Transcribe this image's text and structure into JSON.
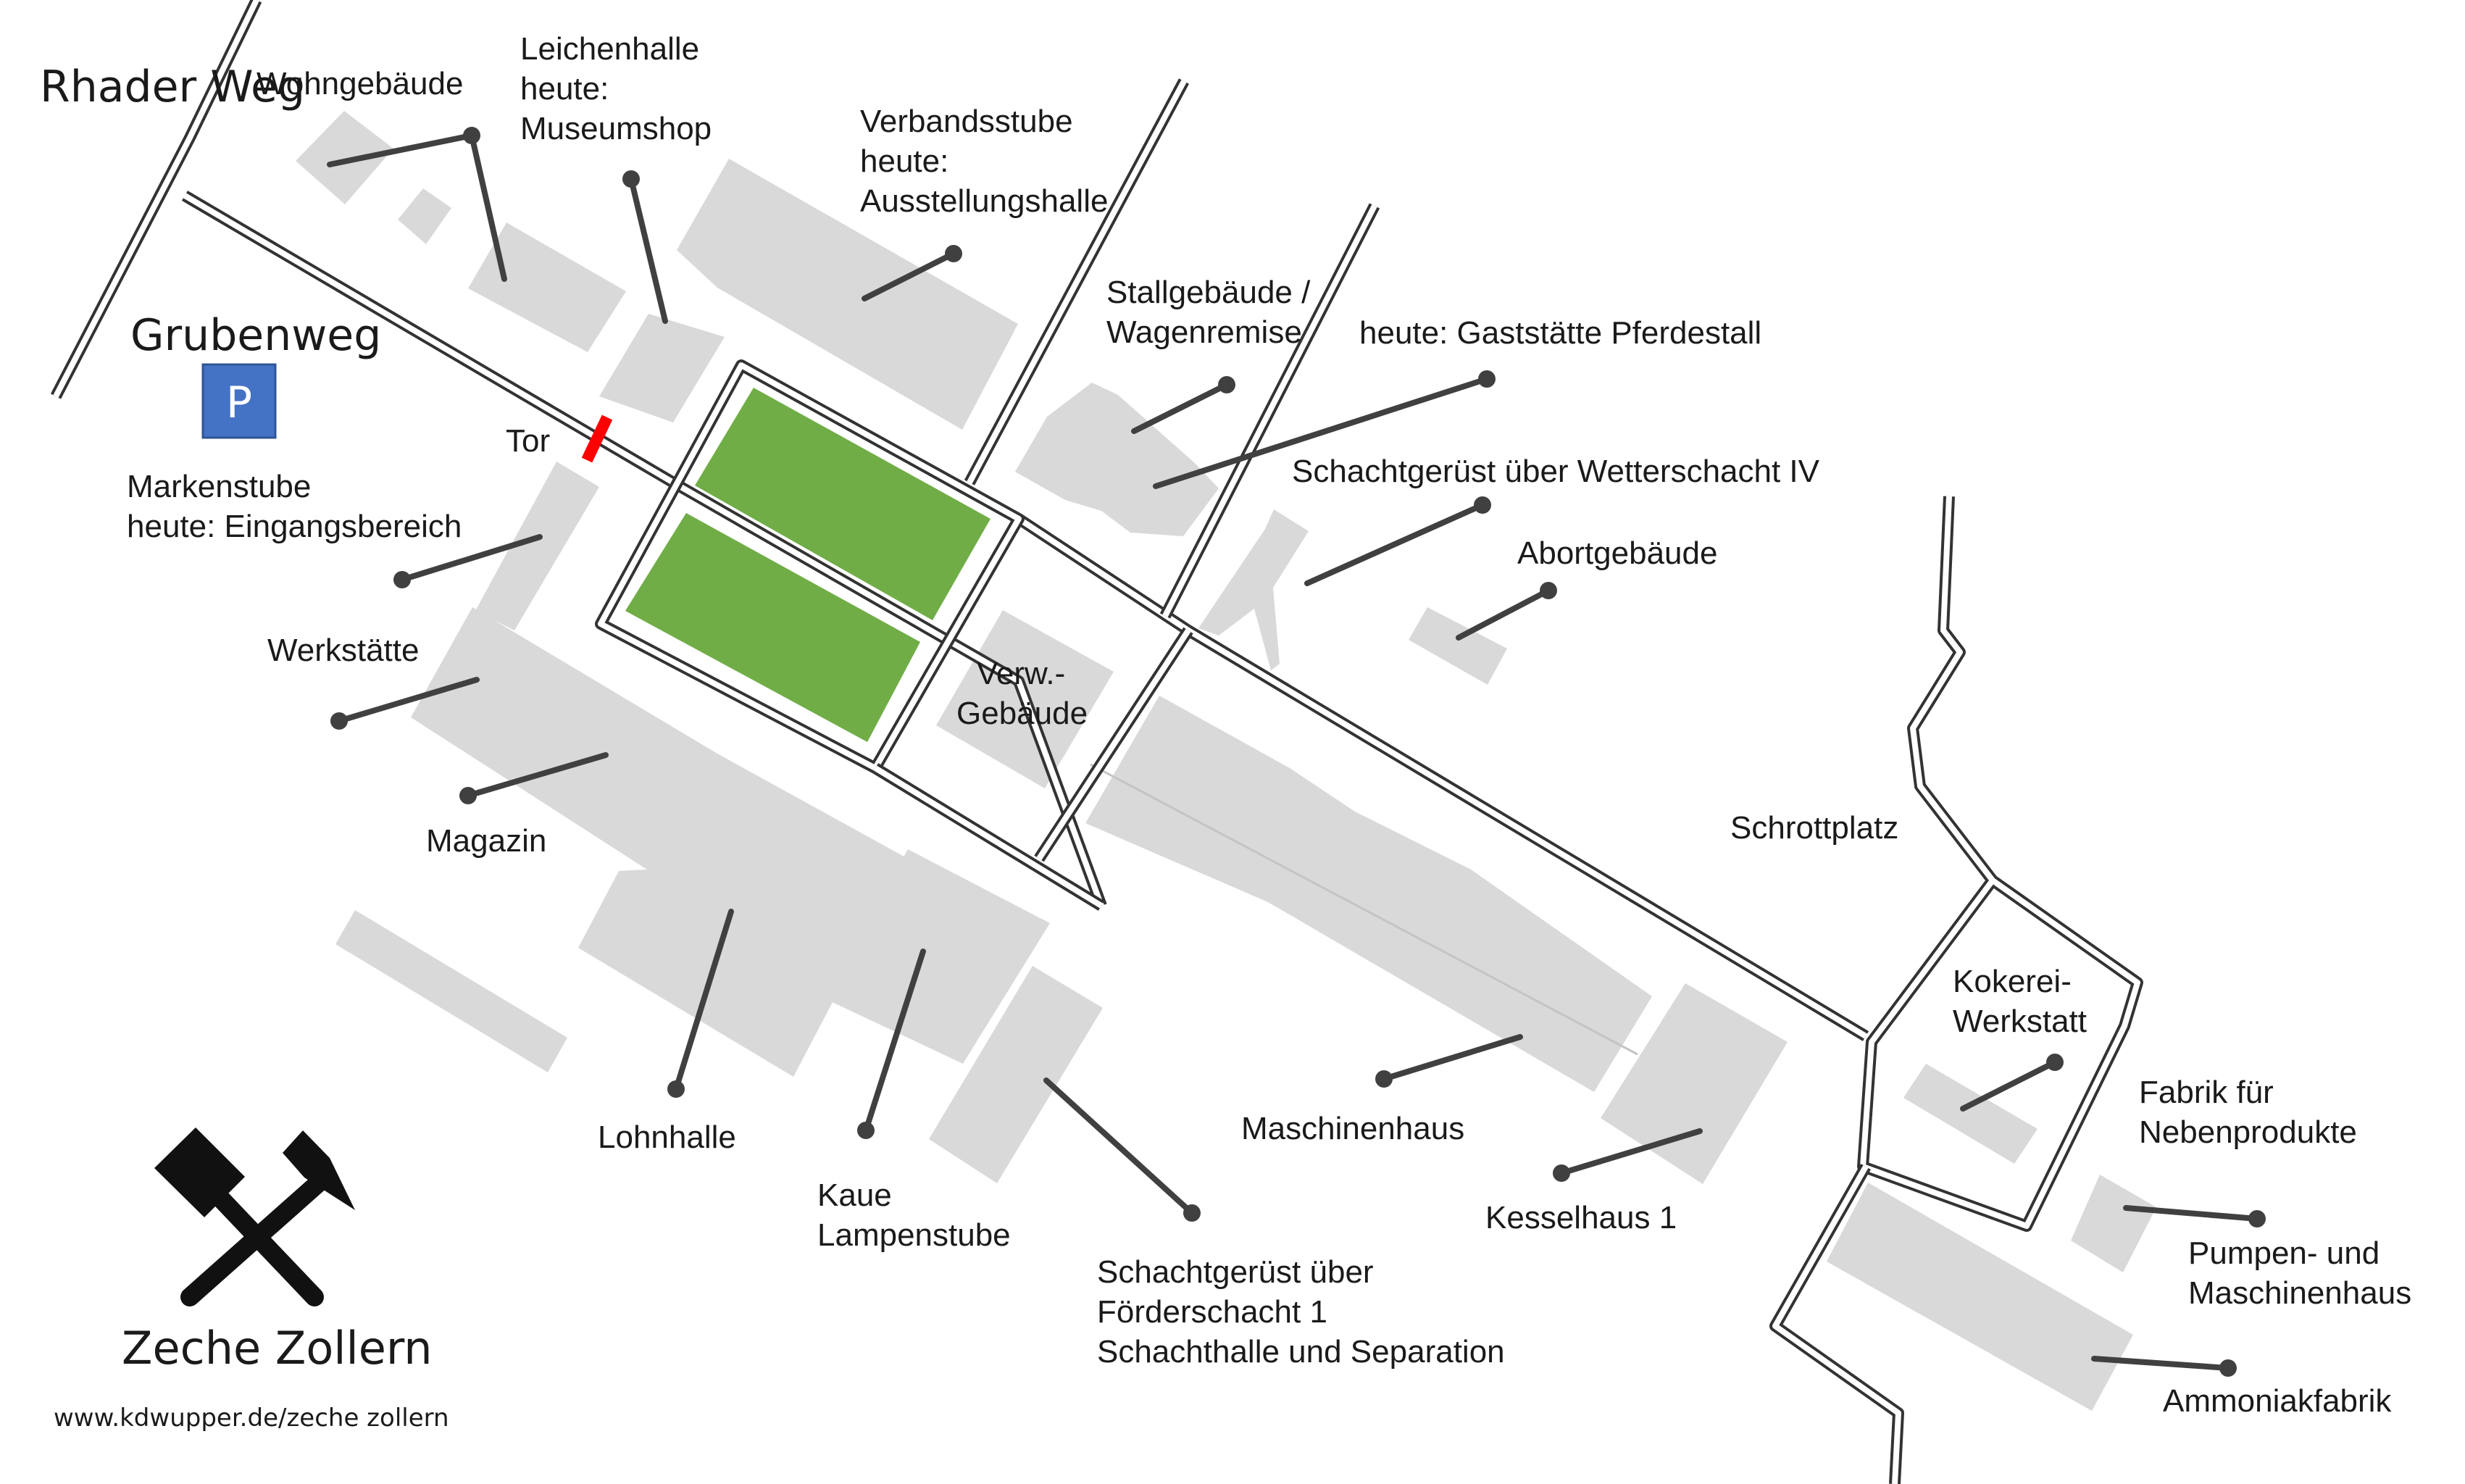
{
  "title": "Zeche Zollern",
  "website": "www.kdwupper.de/zeche zollern",
  "colors": {
    "building": "#d9d9d9",
    "lawn": "#70ad47",
    "parking": "#4472c4",
    "gate": "#ff0000",
    "leader": "#404040",
    "road_edge": "#333333"
  },
  "roads": {
    "rhader_weg": "Rhader Weg",
    "grubenweg": "Grubenweg"
  },
  "parking": {
    "label": "P",
    "icon": "parking-icon"
  },
  "logo_icon": "hammer-and-pick-icon",
  "labels": {
    "wohngebaeude": "Wohngebäude",
    "leichenhalle": [
      "Leichenhalle",
      "heute:",
      "Museumshop"
    ],
    "verbandsstube": [
      "Verbandsstube",
      "heute:",
      "Ausstellungshalle"
    ],
    "stallgebaeude": [
      "Stallgebäude /",
      "Wagenremise"
    ],
    "pferdestall": "heute: Gaststätte Pferdestall",
    "tor": "Tor",
    "markenstube": [
      "Markenstube",
      "heute: Eingangsbereich"
    ],
    "schachtgeruest_iv": "Schachtgerüst über Wetterschacht IV",
    "abortgebaeude": "Abortgebäude",
    "werkstaette": "Werkstätte",
    "verwaltung": [
      "Verw.-",
      "Gebäude"
    ],
    "magazin": "Magazin",
    "schrottplatz": "Schrottplatz",
    "kokerei": [
      "Kokerei-",
      "Werkstatt"
    ],
    "fabrik": [
      "Fabrik für",
      "Nebenprodukte"
    ],
    "lohnhalle": "Lohnhalle",
    "kaue": [
      "Kaue",
      "Lampenstube"
    ],
    "maschinenhaus": "Maschinenhaus",
    "kesselhaus": "Kesselhaus 1",
    "pumpen": [
      "Pumpen- und",
      "Maschinenhaus"
    ],
    "foerderschacht": [
      "Schachtgerüst über",
      "Förderschacht 1",
      "Schachthalle und Separation"
    ],
    "ammoniak": "Ammoniakfabrik"
  }
}
